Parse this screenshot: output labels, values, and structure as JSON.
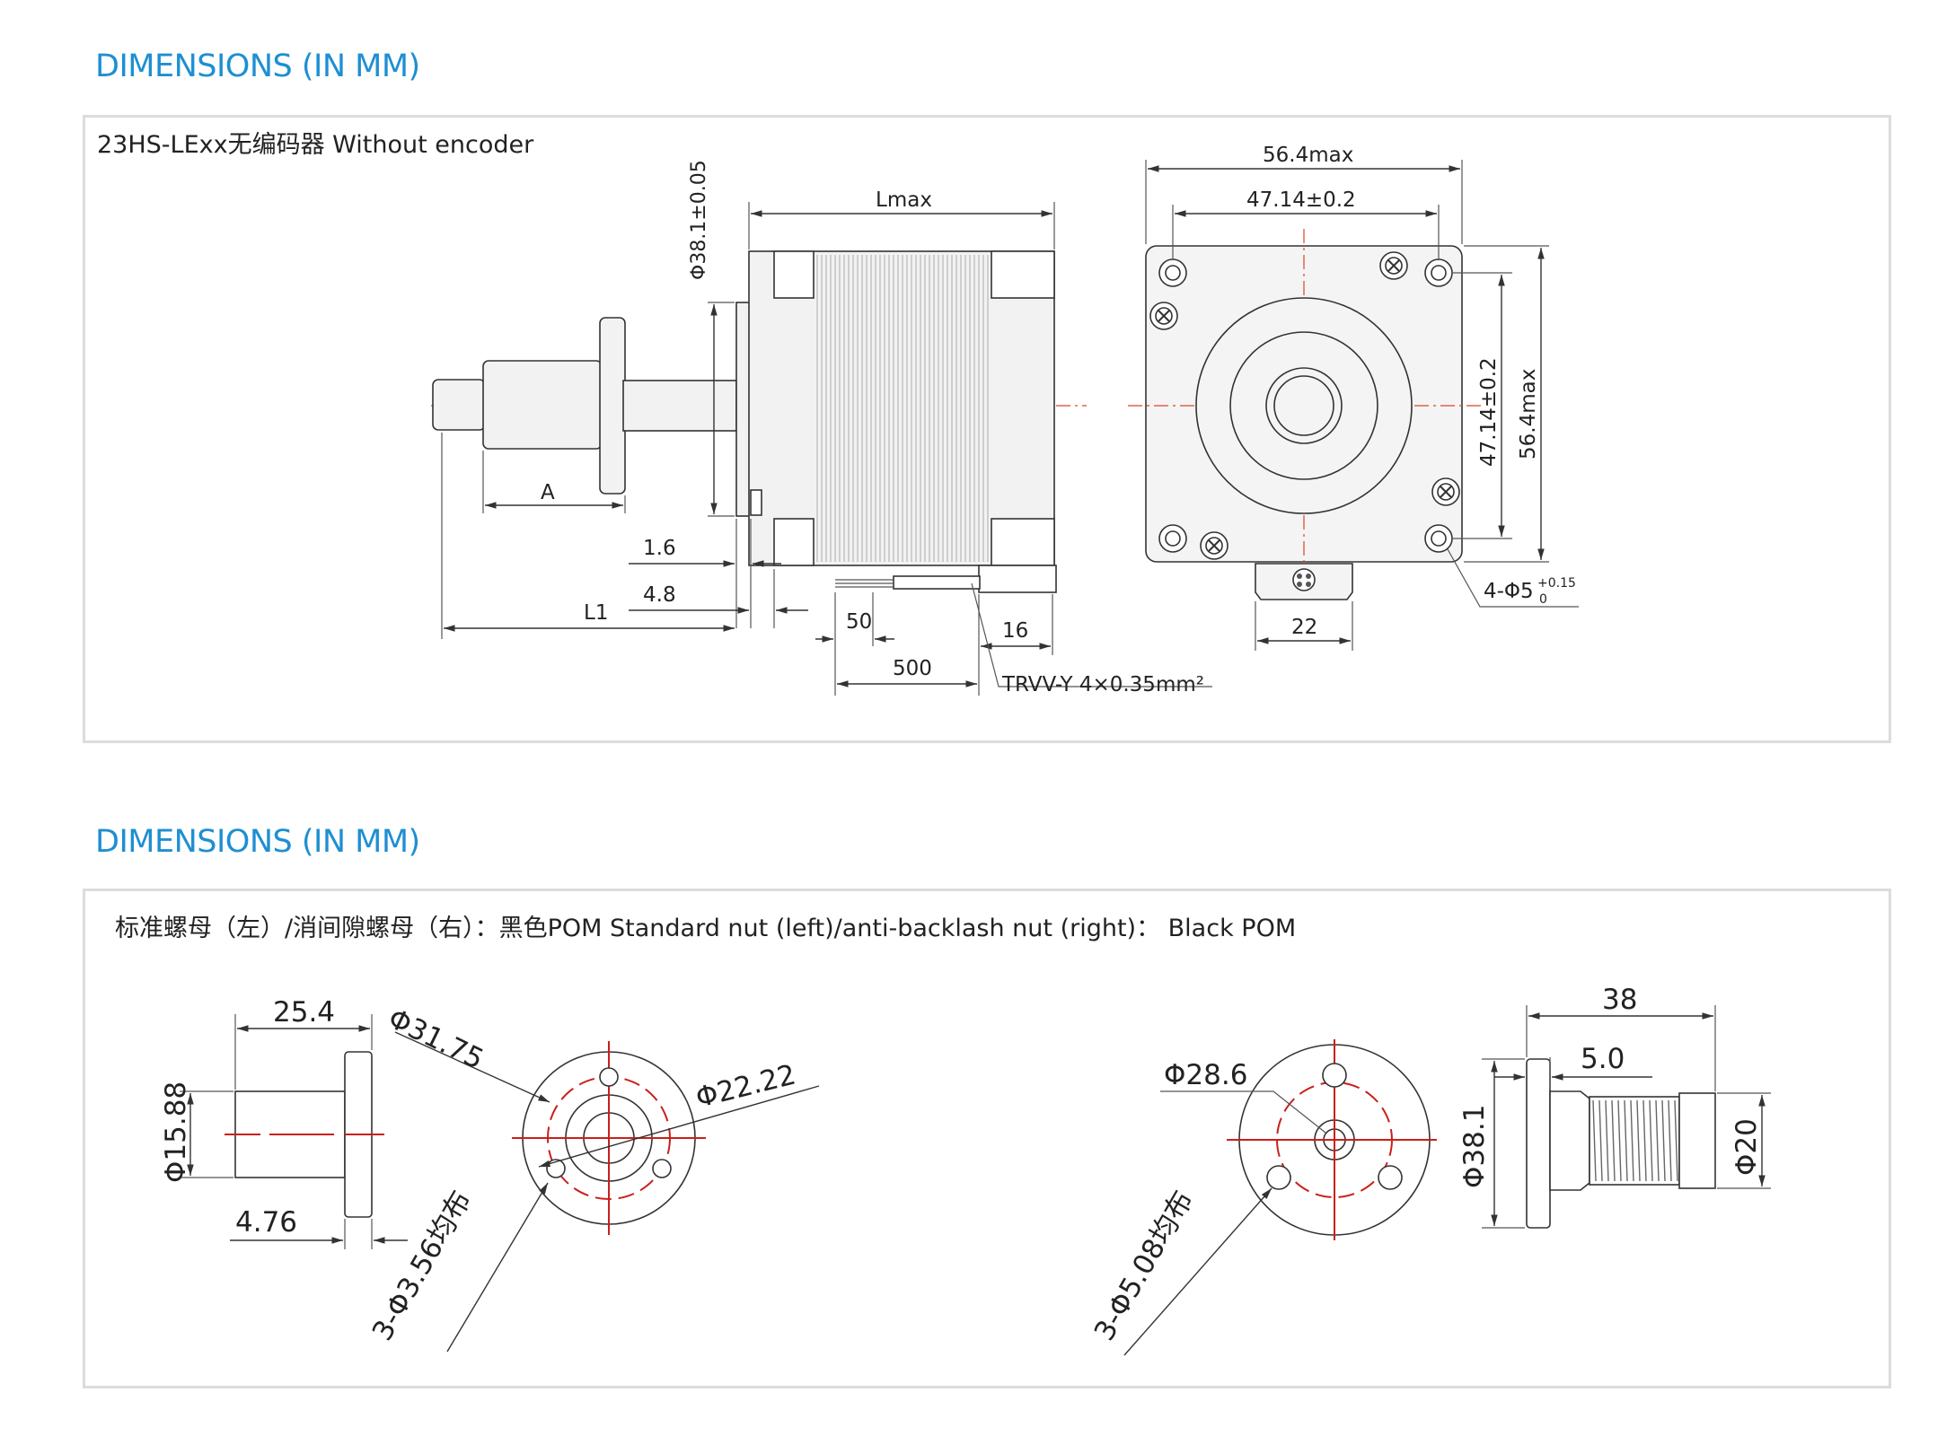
{
  "section1": {
    "heading": "DIMENSIONS (IN MM)",
    "subtitle": "23HS-LExx无编码器  Without encoder",
    "labels": {
      "d38": "Φ38.1±0.05",
      "lmax": "Lmax",
      "a": "A",
      "l1": "L1",
      "d16": "1.6",
      "d48": "4.8",
      "d50": "50",
      "d500": "500",
      "d16b": "16",
      "cable": "TRVV-Y 4×0.35mm²",
      "w564": "56.4max",
      "w4714": "47.14±0.2",
      "h4714": "47.14±0.2",
      "h564": "56.4max",
      "d22": "22",
      "holes": "4-Φ5",
      "holes_tol_up": "+0.15",
      "holes_tol_dn": "0"
    }
  },
  "section2": {
    "heading": "DIMENSIONS (IN MM)",
    "subtitle": "标准螺母（左）/消间隙螺母（右）：黑色POM     Standard nut (left)/anti-backlash nut (right)： Black POM",
    "left": {
      "len": "25.4",
      "d1588": "Φ15.88",
      "d476": "4.76",
      "d3175": "Φ31.75",
      "d2222": "Φ22.22",
      "holes": "3-Φ3.56均布"
    },
    "right": {
      "d286": "Φ28.6",
      "holes": "3-Φ5.08均布",
      "len38": "38",
      "len50": "5.0",
      "d381": "Φ38.1",
      "d20": "Φ20"
    }
  },
  "colors": {
    "accent": "#1e8fd2",
    "centerline": "#c8201a"
  }
}
